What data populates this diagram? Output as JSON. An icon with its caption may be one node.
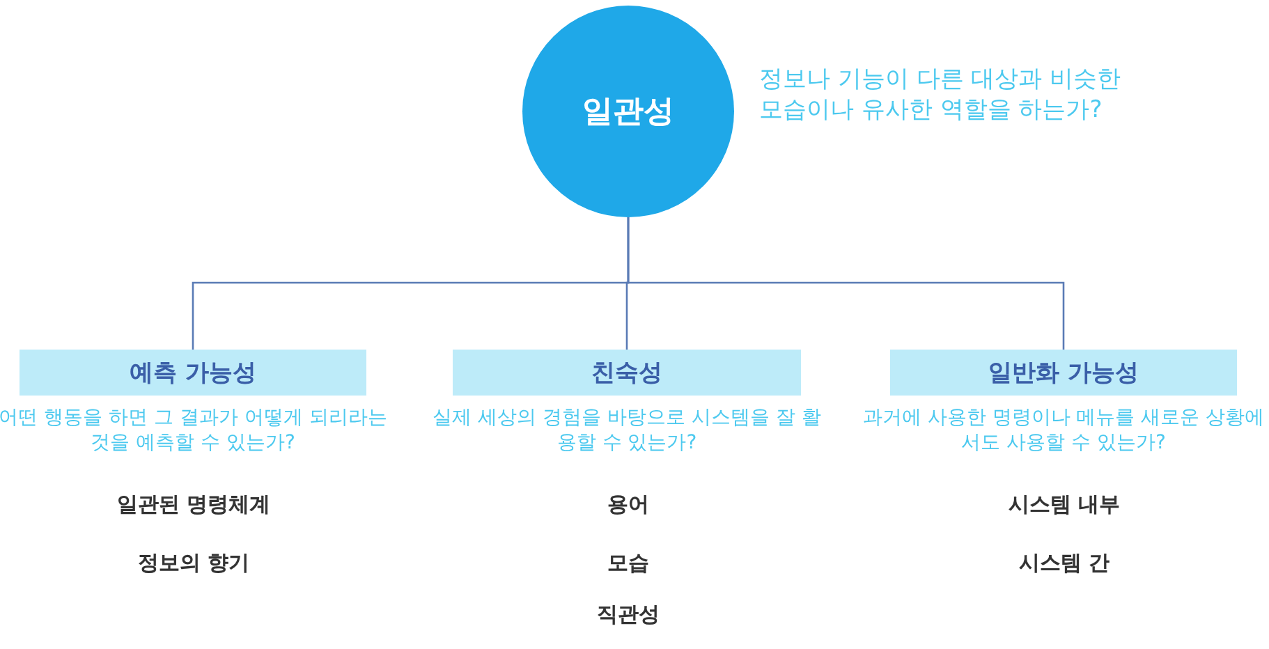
{
  "diagram": {
    "nodes": [
      {
        "text": [
          "일관성"
        ],
        "beside": [
          "정보나 기능이 다른 대상과 비슷한 모습이나 유사한 역할을 하는가?"
        ]
      },
      {
        "text": [
          "예측 가능성"
        ],
        "beside": [
          "어떤 행동을 하면 그 결과가 어떻게 되리라는 것을 예측할 수 있는가?"
        ]
      },
      {
        "text": [
          "친숙성"
        ],
        "beside": [
          "실제 세상의 경험을 바탕으로 시스템을 잘 활용할 수 있는가?"
        ]
      },
      {
        "text": [
          "일반화 가능성"
        ],
        "beside": [
          "과거에 사용한 명령이나 메뉴를 새로운 상황에서도 사용할 수 있는가?"
        ]
      }
    ],
    "edges": [
      {
        "from": 0,
        "to": 1,
        "arrow": "none"
      },
      {
        "from": 0,
        "to": 2,
        "arrow": "none"
      },
      {
        "from": 0,
        "to": 3,
        "arrow": "none"
      }
    ],
    "labels": [
      "일관된 명령체계",
      "용어",
      "시스템 내부",
      "정보의 향기",
      "모습",
      "시스템 간",
      "직관성"
    ]
  }
}
